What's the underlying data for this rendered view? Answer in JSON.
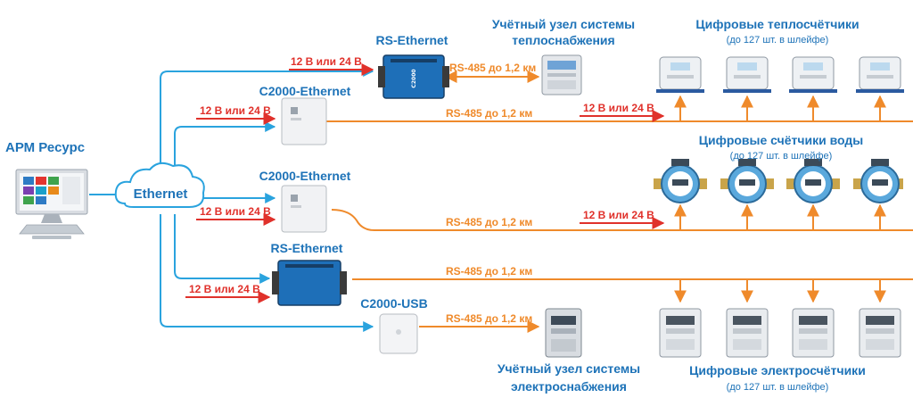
{
  "workstation": {
    "label": "АРМ Ресурс"
  },
  "network": {
    "label": "Ethernet"
  },
  "devices": {
    "rs_ethernet_top": "RS-Ethernet",
    "c2000_ethernet_1": "C2000-Ethernet",
    "c2000_ethernet_2": "C2000-Ethernet",
    "rs_ethernet_bottom": "RS-Ethernet",
    "c2000_usb": "C2000-USB"
  },
  "power": {
    "p1": "12 В или 24 В",
    "p2": "12 В или 24 В",
    "p3": "12 В или 24 В",
    "p4": "12 В или 24 В",
    "p5": "12 В или 24 В",
    "p6": "12 В или 24 В"
  },
  "lines": {
    "l1": "RS-485 до 1,2 км",
    "l2": "RS-485 до 1,2 км",
    "l3": "RS-485 до 1,2 км",
    "l4": "RS-485 до 1,2 км",
    "l5": "RS-485 до 1,2 км"
  },
  "groups": {
    "heat_node": {
      "line1": "Учётный узел системы",
      "line2": "теплоснабжения"
    },
    "heat_meters": {
      "title": "Цифровые теплосчётчики",
      "sub": "(до 127 шт. в шлейфе)"
    },
    "water_meters": {
      "title": "Цифровые счётчики воды",
      "sub": "(до 127 шт. в шлейфе)"
    },
    "electric_node": {
      "line1": "Учётный узел системы",
      "line2": "электроснабжения"
    },
    "electric_meters": {
      "title": "Цифровые электросчётчики",
      "sub": "(до 127 шт. в шлейфе)"
    }
  },
  "colors": {
    "ethernet": "#2aa3de",
    "rs485": "#ef8a2b",
    "power": "#e0312b",
    "label_blue": "#1e73b8"
  }
}
